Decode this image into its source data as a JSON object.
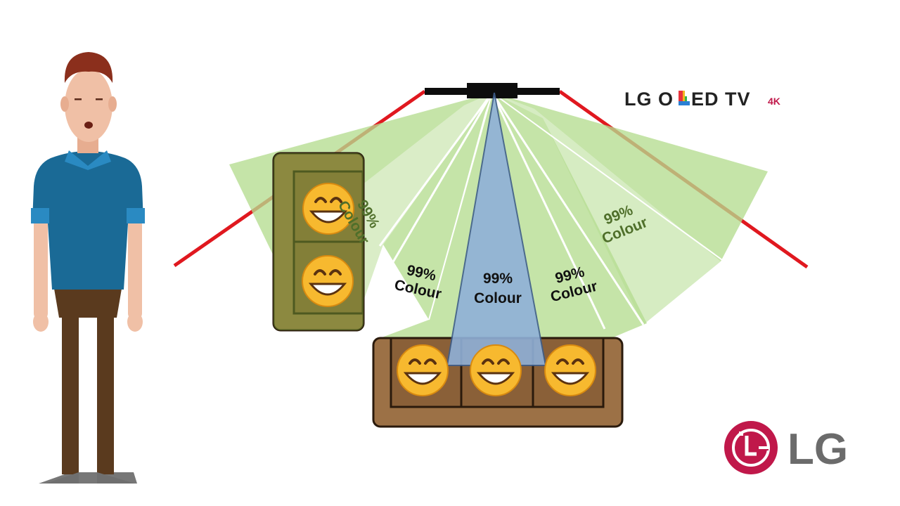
{
  "brand": {
    "tv_title_prefix": "LG O",
    "tv_title_suffix": "ED TV",
    "tv_badge": "4K",
    "logo_text": "LG"
  },
  "labels": {
    "far_left_pct": "99%",
    "far_left_word": "Colour",
    "left_pct": "99%",
    "left_word": "Colour",
    "center_pct": "99%",
    "center_word": "Colour",
    "right_pct": "99%",
    "right_word": "Colour",
    "far_right_pct": "99%",
    "far_right_word": "Colour"
  },
  "colors": {
    "cone_green": "#b5dc8f",
    "center_cone_blue": "#8fb0d8",
    "viewing_limit_red": "#e0181f",
    "sofa_brown": "#9c7146",
    "brand_red": "#c0184a"
  },
  "icons": {
    "viewer_face": "grinning-face-emoji",
    "presenter": "man-character-illustration",
    "logo": "lg-logo"
  }
}
